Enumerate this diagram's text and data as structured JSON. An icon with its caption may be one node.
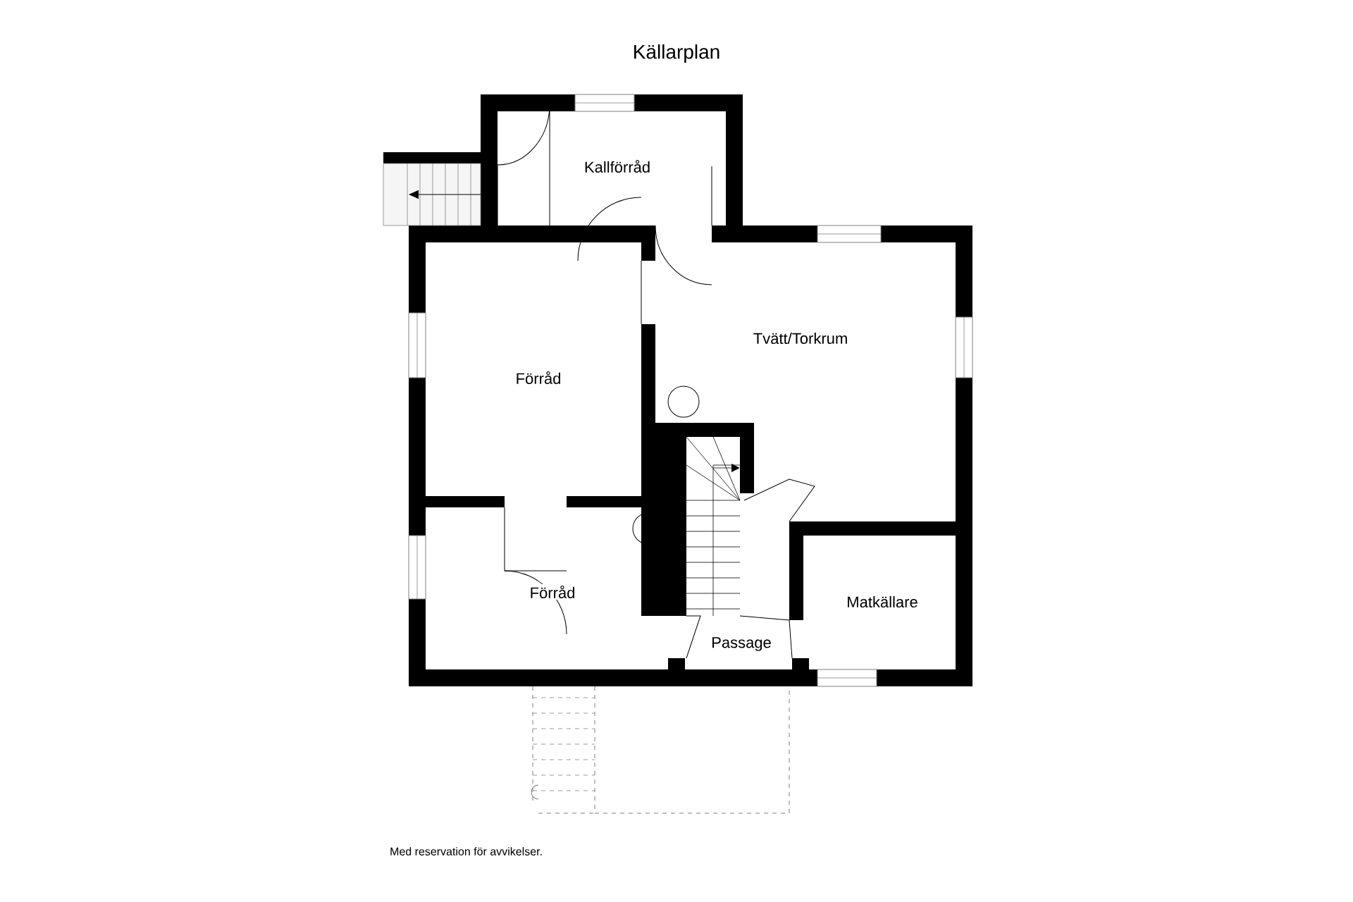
{
  "diagram": {
    "title": "Källarplan",
    "caption": "Med reservation för avvikelser.",
    "labels": [
      "Kallförråd",
      "Förråd",
      "Tvätt/Torkrum",
      "Förråd",
      "Matkällare",
      "Passage"
    ]
  }
}
